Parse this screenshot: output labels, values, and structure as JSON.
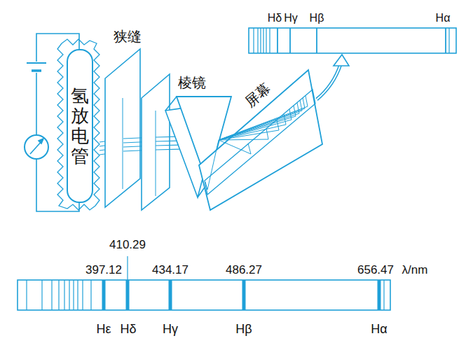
{
  "diagram": {
    "nodes": [
      {
        "text": [
          "氢放电管"
        ]
      }
    ],
    "labels": [
      "狭缝",
      "棱镜",
      "屏幕",
      "Hδ",
      "Hγ",
      "Hβ",
      "Hα",
      "410.29",
      "397.12",
      "434.17",
      "486.27",
      "656.47",
      "λ/nm",
      "Hε",
      "Hδ",
      "Hγ",
      "Hβ",
      "Hα"
    ]
  }
}
